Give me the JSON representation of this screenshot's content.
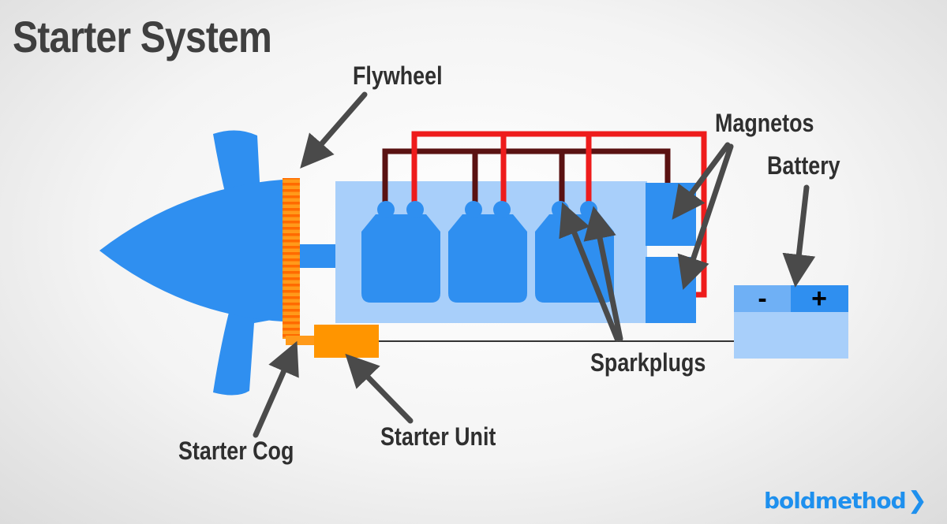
{
  "title": "Starter System",
  "labels": {
    "flywheel": "Flywheel",
    "magnetos": "Magnetos",
    "battery": "Battery",
    "sparkplugs": "Sparkplugs",
    "starter_cog": "Starter Cog",
    "starter_unit": "Starter Unit"
  },
  "battery_terminals": {
    "negative": "-",
    "positive": "+"
  },
  "brand": {
    "name": "boldmethod",
    "chevron": "❯"
  },
  "colors": {
    "blue": "#2f8ff0",
    "light_blue": "#a8cffa",
    "orange": "#ff9500",
    "red_wire": "#ee1c1c",
    "dark_wire": "#5a1212",
    "arrow": "#4a4a4a",
    "title": "#3f3f3f",
    "brand": "#1e90ee"
  }
}
